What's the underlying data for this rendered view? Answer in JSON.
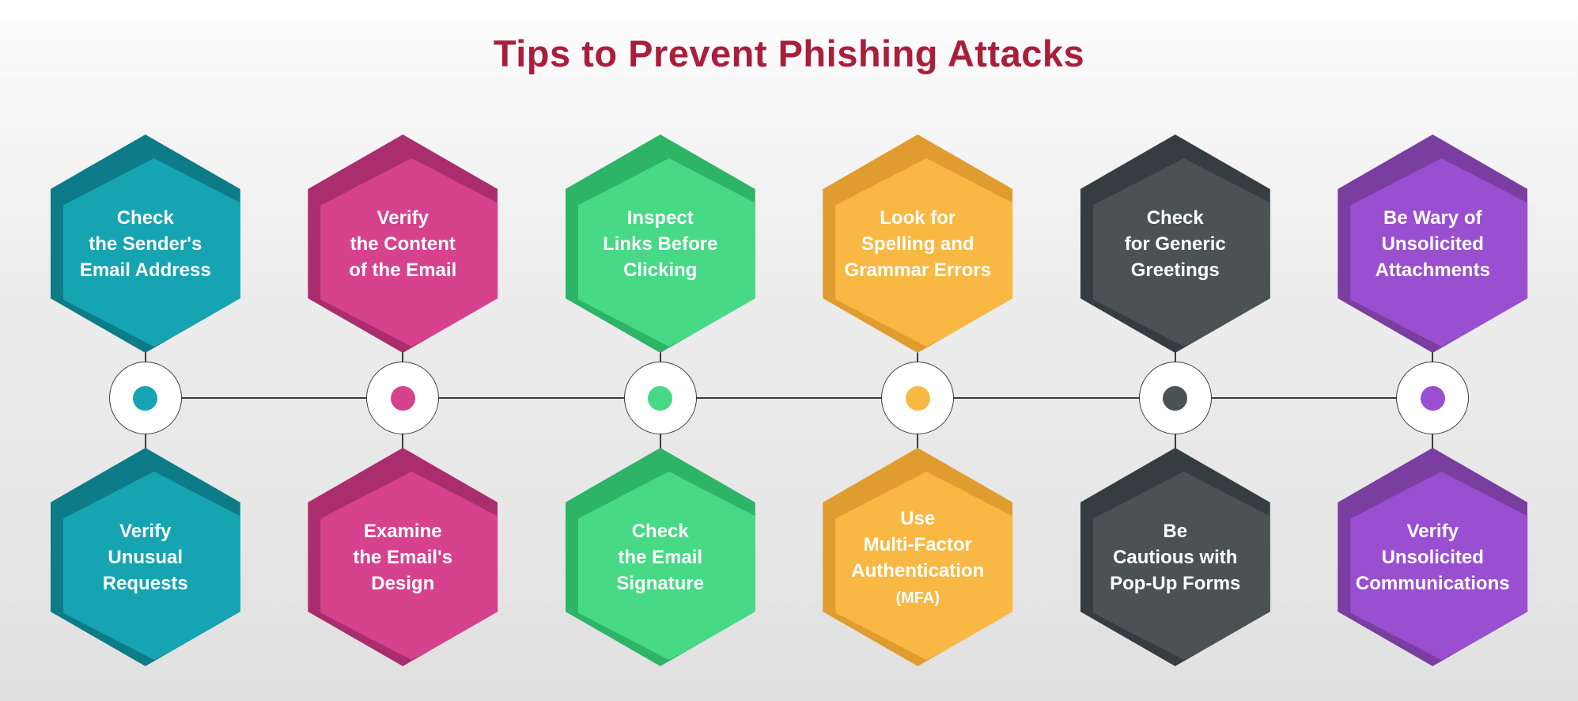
{
  "title": {
    "text": "Tips to Prevent Phishing Attacks",
    "color": "#a91e3b"
  },
  "style": {
    "background_top": "#ffffff",
    "background_bottom": "#e0e0e0",
    "line_color": "#3c3c3c",
    "node_fill": "#ffffff",
    "label_color": "#ffffff"
  },
  "columns": [
    {
      "name": "sender-address",
      "color_light": "#16a4b2",
      "color_dark": "#0d7b88",
      "top": {
        "text": "Check\nthe Sender's\nEmail Address"
      },
      "bottom": {
        "text": "Verify\nUnusual\nRequests"
      }
    },
    {
      "name": "email-content",
      "color_light": "#d6428d",
      "color_dark": "#aa2e6d",
      "top": {
        "text": "Verify\nthe Content\nof the Email"
      },
      "bottom": {
        "text": "Examine\nthe Email's\nDesign"
      }
    },
    {
      "name": "links",
      "color_light": "#47d985",
      "color_dark": "#2eb467",
      "top": {
        "text": "Inspect\nLinks Before\nClicking"
      },
      "bottom": {
        "text": "Check\nthe Email\nSignature"
      }
    },
    {
      "name": "spelling-mfa",
      "color_light": "#f8b843",
      "color_dark": "#e09c2e",
      "top": {
        "text": "Look for\nSpelling and\nGrammar Errors"
      },
      "bottom": {
        "text": "Use\nMulti-Factor\nAuthentication",
        "subtext": "(MFA)"
      }
    },
    {
      "name": "greetings-popups",
      "color_light": "#4a5254",
      "color_dark": "#363d40",
      "top": {
        "text": "Check\nfor Generic\nGreetings"
      },
      "bottom": {
        "text": "Be\nCautious with\nPop-Up Forms"
      }
    },
    {
      "name": "unsolicited",
      "color_light": "#9a4fd1",
      "color_dark": "#7a3da0",
      "top": {
        "text": "Be Wary of\nUnsolicited\nAttachments"
      },
      "bottom": {
        "text": "Verify\nUnsolicited\nCommunications"
      }
    }
  ]
}
